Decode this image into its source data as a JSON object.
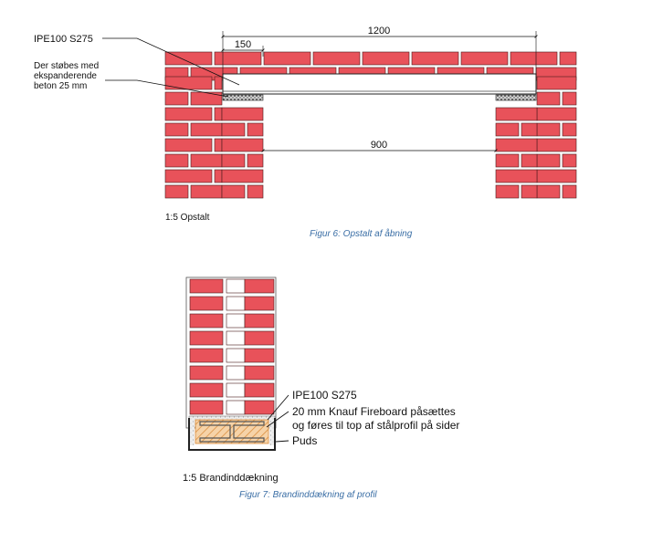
{
  "figure6": {
    "labels": {
      "beam_profile": "IPE100 S275",
      "concrete_note": [
        "Der støbes med",
        "ekspanderende",
        "beton 25 mm"
      ],
      "scale_title": "1:5 Opstalt"
    },
    "dimensions": {
      "beam_length": "1200",
      "bearing_length": "150",
      "opening_width": "900"
    },
    "caption": "Figur 6: Opstalt af åbning"
  },
  "figure7": {
    "labels": {
      "beam_profile": "IPE100 S275",
      "fireboard_note": [
        "20 mm Knauf Fireboard påsættes",
        "og føres til top af stålprofil på sider"
      ],
      "plaster": "Puds",
      "scale_title": "1:5 Brandinddækning"
    },
    "caption": "Figur 7: Brandinddækning af profil"
  },
  "colors": {
    "brick": "#e8525a",
    "brick_outline": "#4a1c1c",
    "steel": "#666666",
    "fireboard": "#f2c28a",
    "caption": "#3a6ea5"
  }
}
